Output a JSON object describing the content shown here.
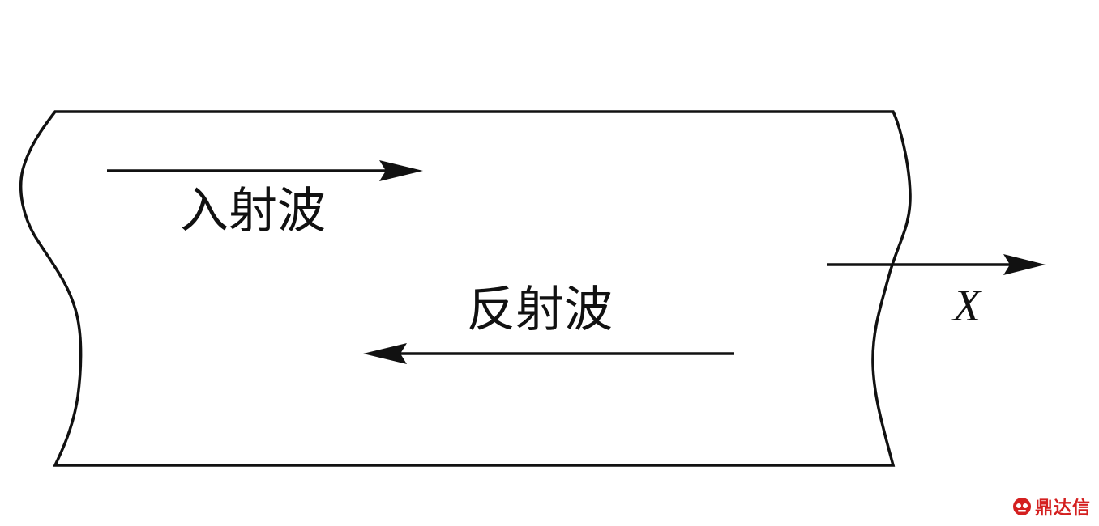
{
  "labels": {
    "incident_wave": "入射波",
    "reflected_wave": "反射波",
    "axis": "X"
  },
  "watermark": {
    "text": "鼎达信"
  },
  "colors": {
    "stroke": "#111111",
    "watermark": "#d42020"
  }
}
